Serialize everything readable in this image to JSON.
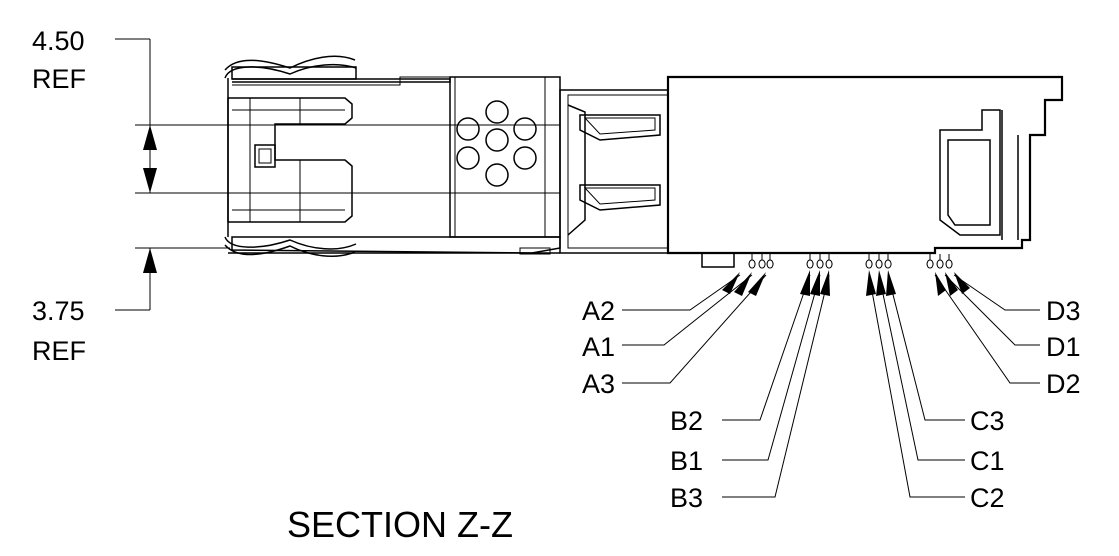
{
  "dimensions": {
    "top": {
      "value": "4.50",
      "note": "REF"
    },
    "bottom": {
      "value": "3.75",
      "note": "REF"
    }
  },
  "callouts": {
    "A2": "A2",
    "A1": "A1",
    "A3": "A3",
    "B2": "B2",
    "B1": "B1",
    "B3": "B3",
    "C3": "C3",
    "C1": "C1",
    "C2": "C2",
    "D3": "D3",
    "D1": "D1",
    "D2": "D2"
  },
  "section_title": "SECTION Z-Z",
  "colors": {
    "ink": "#000000",
    "paper": "#ffffff"
  }
}
